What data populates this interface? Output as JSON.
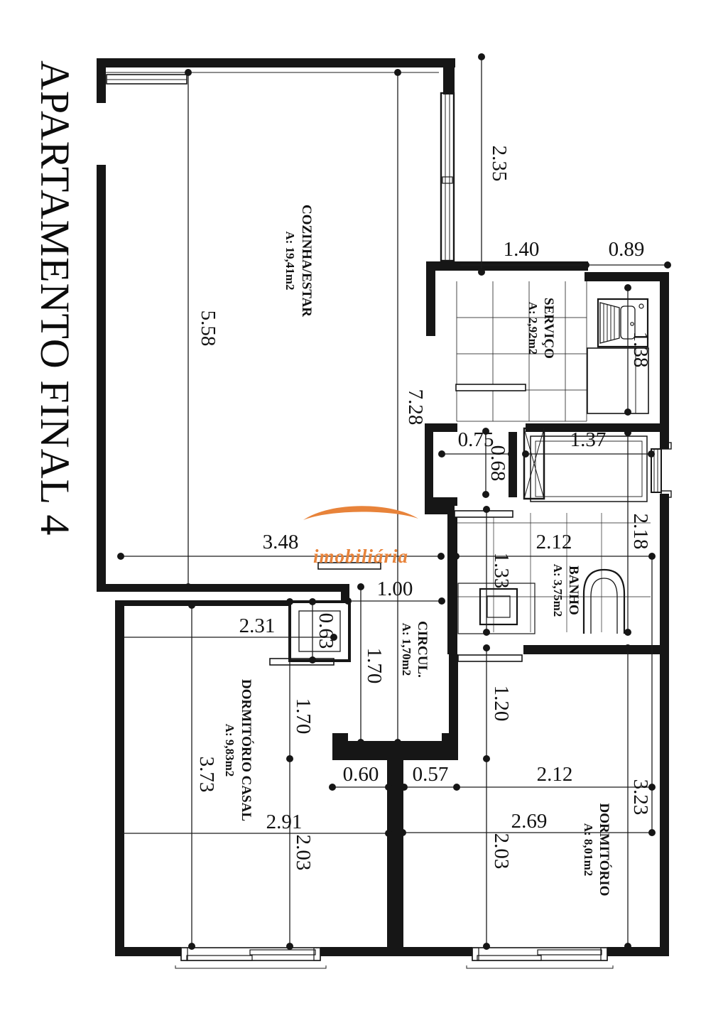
{
  "title": "APARTAMENTO FINAL 4",
  "watermark": {
    "text": "imobiliária",
    "color": "#E8833A"
  },
  "rooms": {
    "cozinha": {
      "name": "COZINHA/ESTAR",
      "area": "A: 19,41m2"
    },
    "servico": {
      "name": "SERVIÇO",
      "area": "A: 2,92m2"
    },
    "banho": {
      "name": "BANHO",
      "area": "A: 3,75m2"
    },
    "circul": {
      "name": "CIRCUL.",
      "area": "A: 1,70m2"
    },
    "dorm_casal": {
      "name": "DORMITÓRIO CASAL",
      "area": "A: 9,83m2"
    },
    "dormitorio": {
      "name": "DORMITÓRIO",
      "area": "A: 8,01m2"
    }
  },
  "dims": {
    "d235": "2.35",
    "d140": "1.40",
    "d089": "0.89",
    "d558": "5.58",
    "d728": "7.28",
    "d138": "1.38",
    "d075": "0.75",
    "d068": "0.68",
    "d137": "1.37",
    "d218": "2.18",
    "d348": "3.48",
    "d212b": "2.12",
    "d133": "1.33",
    "d100": "1.00",
    "d170c": "1.70",
    "d231": "2.31",
    "d063": "0.63",
    "d170d": "1.70",
    "d373": "3.73",
    "d291": "2.91",
    "d203l": "2.03",
    "d060": "0.60",
    "d057": "0.57",
    "d212d": "2.12",
    "d269": "2.69",
    "d323": "3.23",
    "d120": "1.20",
    "d203r": "2.03"
  }
}
